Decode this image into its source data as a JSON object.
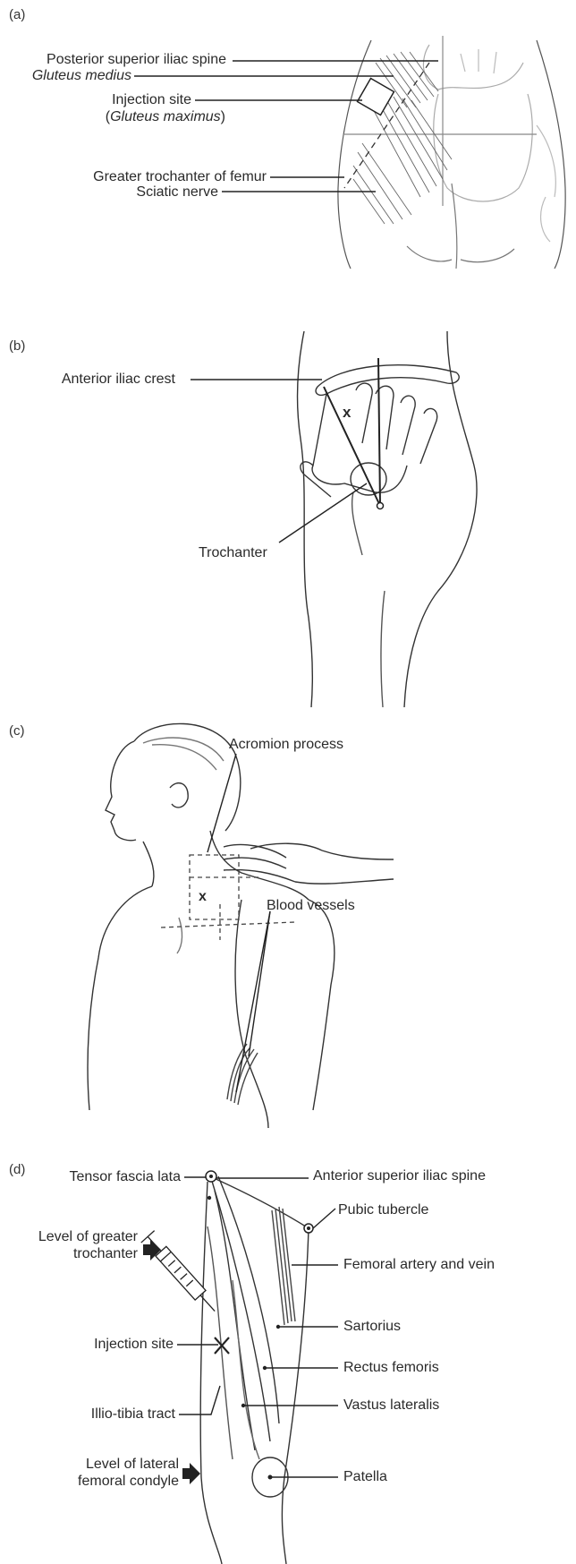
{
  "panels": [
    {
      "label": "(a)",
      "labels": {
        "psis": "Posterior superior iliac spine",
        "gluteus_medius": "Gluteus medius",
        "injection_site": "Injection site",
        "gluteus_maximus_open": "(",
        "gluteus_maximus": "Gluteus maximus",
        "gluteus_maximus_close": ")",
        "greater_trochanter": "Greater trochanter of femur",
        "sciatic_nerve": "Sciatic nerve"
      }
    },
    {
      "label": "(b)",
      "labels": {
        "anterior_iliac_crest": "Anterior iliac crest",
        "trochanter": "Trochanter",
        "marker": "x"
      }
    },
    {
      "label": "(c)",
      "labels": {
        "acromion_process": "Acromion process",
        "blood_vessels": "Blood vessels",
        "marker": "x"
      }
    },
    {
      "label": "(d)",
      "labels": {
        "tensor_fascia_lata": "Tensor fascia lata",
        "anterior_superior_iliac_spine": "Anterior superior iliac spine",
        "level_greater_trochanter_1": "Level of greater",
        "level_greater_trochanter_2": "trochanter",
        "pubic_tubercle": "Pubic tubercle",
        "femoral_artery_vein": "Femoral artery and vein",
        "injection_site": "Injection site",
        "sartorius": "Sartorius",
        "rectus_femoris": "Rectus femoris",
        "illio_tibia_tract": "Illio-tibia tract",
        "vastus_lateralis": "Vastus lateralis",
        "level_lateral_condyle_1": "Level of lateral",
        "level_lateral_condyle_2": "femoral condyle",
        "patella": "Patella"
      }
    }
  ],
  "colors": {
    "line": "#2a2a2a",
    "text": "#2a2a2a"
  }
}
